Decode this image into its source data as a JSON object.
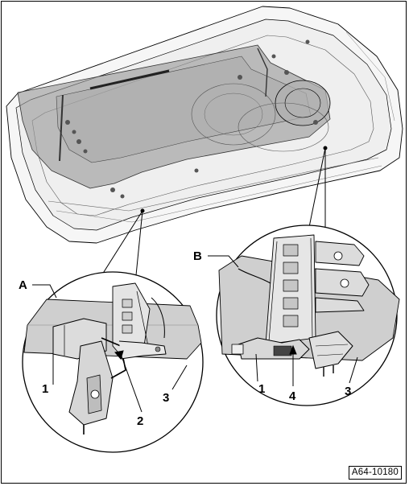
{
  "callouts": {
    "detail_a": "A",
    "detail_b": "B",
    "a_part_1": "1",
    "a_part_2": "2",
    "a_part_3": "3",
    "b_part_1": "1",
    "b_part_4": "4",
    "b_part_3": "3"
  },
  "figure_code": "A64-10180",
  "colors": {
    "line": "#000000",
    "door_fill": "#f4f4f4",
    "panel_fill": "#9e9e9e",
    "part_fill": "#c8c8c8",
    "background": "#ffffff"
  }
}
